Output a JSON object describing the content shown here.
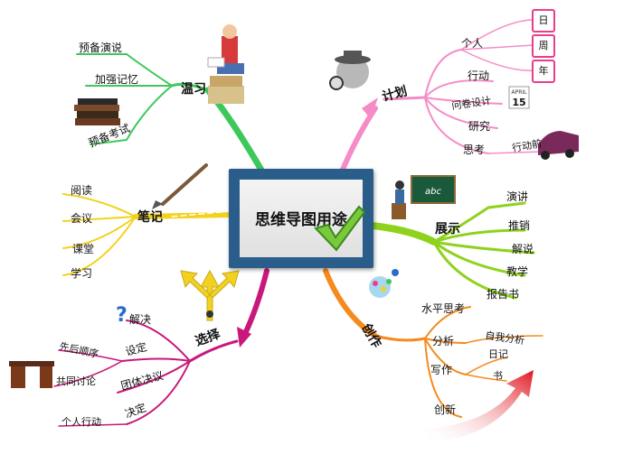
{
  "center": {
    "title": "思维导图用途",
    "color": "#2a5d8a"
  },
  "branches": {
    "review": {
      "label": "温习",
      "color": "#3cc85a",
      "items": [
        "预备演说",
        "加强记忆",
        "预备考试"
      ]
    },
    "plan": {
      "label": "计划",
      "color": "#f58cc8",
      "items": [
        "个人",
        "行动",
        "问卷设计",
        "研究",
        "思考"
      ],
      "subitems": [
        "日",
        "周",
        "年"
      ],
      "action_before": "行动前",
      "calendar": {
        "month": "APRIL",
        "day": "15"
      }
    },
    "notes": {
      "label": "笔记",
      "color": "#f2d21e",
      "items": [
        "阅读",
        "会议",
        "课堂",
        "学习"
      ]
    },
    "present": {
      "label": "展示",
      "color": "#8fd21e",
      "items": [
        "演讲",
        "推销",
        "解说",
        "教学",
        "报告书"
      ],
      "board_text": "abc"
    },
    "choose": {
      "label": "选择",
      "color": "#c8187c",
      "items": [
        "解决",
        "设定",
        "团体决议",
        "决定"
      ],
      "subitems": [
        "先后顺序",
        "共同讨论",
        "个人行动"
      ]
    },
    "create": {
      "label": "创作",
      "color": "#f58a1e",
      "items": [
        "水平思考",
        "分析",
        "写作",
        "创新"
      ],
      "subitems": [
        "自我分析",
        "日记",
        "书"
      ]
    }
  },
  "icons": [
    "child-reading-icon",
    "detective-icon",
    "calendar-icon",
    "car-icon",
    "paintbrush-icon",
    "chalkboard-icon",
    "books-icon",
    "arrows-icon",
    "desk-icon",
    "question-mark-icon",
    "colorful-head-icon",
    "red-arrow-icon",
    "checkmark-icon"
  ]
}
